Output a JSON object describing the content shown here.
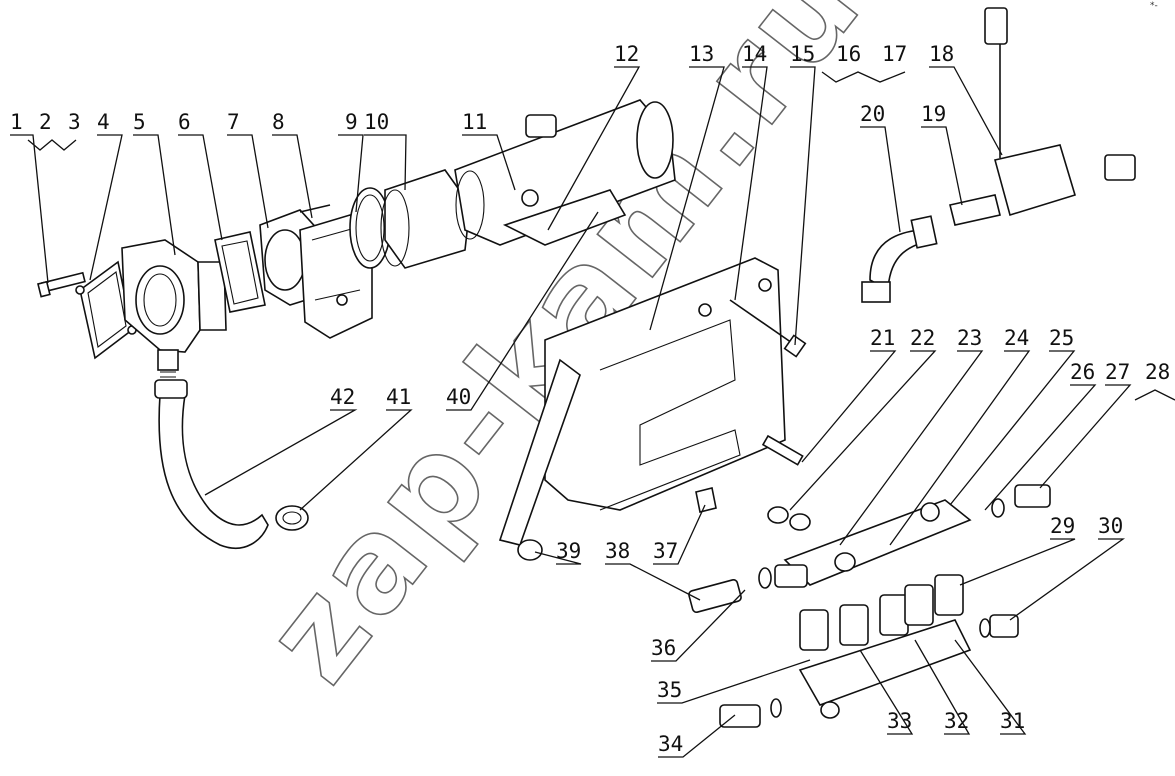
{
  "diagram": {
    "watermark": "zap-kam.ru",
    "corner_mark": "*-"
  },
  "callouts": [
    {
      "number": "1"
    },
    {
      "number": "2"
    },
    {
      "number": "3"
    },
    {
      "number": "4"
    },
    {
      "number": "5"
    },
    {
      "number": "6"
    },
    {
      "number": "7"
    },
    {
      "number": "8"
    },
    {
      "number": "9"
    },
    {
      "number": "10"
    },
    {
      "number": "11"
    },
    {
      "number": "12"
    },
    {
      "number": "13"
    },
    {
      "number": "14"
    },
    {
      "number": "15"
    },
    {
      "number": "16"
    },
    {
      "number": "17"
    },
    {
      "number": "18"
    },
    {
      "number": "19"
    },
    {
      "number": "20"
    },
    {
      "number": "21"
    },
    {
      "number": "22"
    },
    {
      "number": "23"
    },
    {
      "number": "24"
    },
    {
      "number": "25"
    },
    {
      "number": "26"
    },
    {
      "number": "27"
    },
    {
      "number": "28"
    },
    {
      "number": "29"
    },
    {
      "number": "30"
    },
    {
      "number": "31"
    },
    {
      "number": "32"
    },
    {
      "number": "33"
    },
    {
      "number": "34"
    },
    {
      "number": "35"
    },
    {
      "number": "36"
    },
    {
      "number": "37"
    },
    {
      "number": "38"
    },
    {
      "number": "39"
    },
    {
      "number": "40"
    },
    {
      "number": "41"
    },
    {
      "number": "42"
    }
  ]
}
